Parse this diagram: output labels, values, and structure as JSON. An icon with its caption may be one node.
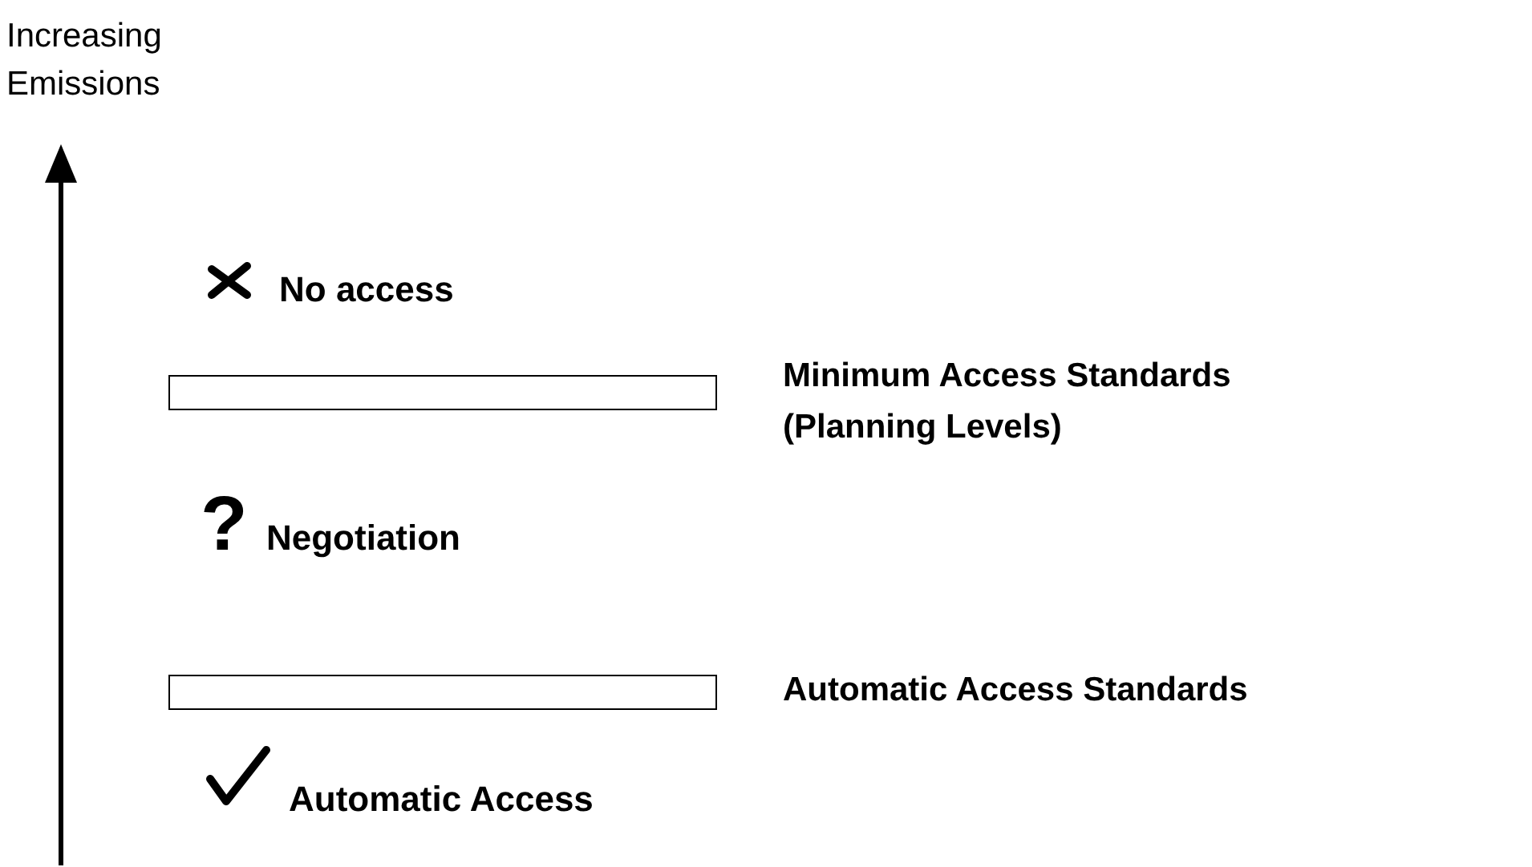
{
  "diagram": {
    "nodes": [
      {
        "text": [],
        "shape": "bar",
        "beside": [
          "Minimum Access Standards (Planning Levels)"
        ]
      },
      {
        "text": [],
        "shape": "bar",
        "beside": [
          "Automatic Access Standards"
        ]
      }
    ],
    "labels": [
      "Increasing Emissions",
      "No access",
      "?",
      "Negotiation",
      "Automatic Access"
    ]
  }
}
